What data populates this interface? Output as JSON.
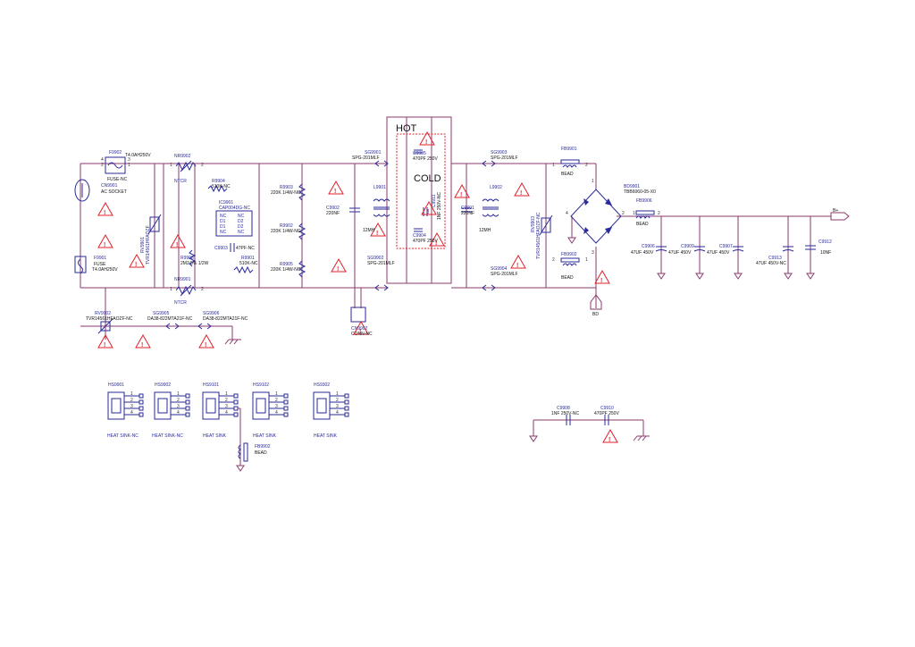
{
  "zones": {
    "hot": "HOT",
    "cold": "COLD"
  },
  "components": {
    "f9902": {
      "ref": "F9902",
      "value": "T4.0AH250V",
      "sub": "FUSE-NC"
    },
    "cn9901": {
      "ref": "CN9901",
      "value": "AC SOCKET"
    },
    "f9901": {
      "ref": "F9901",
      "value": "FUSE",
      "sub": "T4.0AH250V"
    },
    "nr9902": {
      "ref": "NR9902",
      "value": "NTCR"
    },
    "nr9901": {
      "ref": "NR9901",
      "value": "NTCR"
    },
    "rv9901": {
      "ref": "RV9901",
      "value": "TVR14561HFAOZF"
    },
    "r9904": {
      "ref": "R9904",
      "value": "510K-NC"
    },
    "ic9901": {
      "ref": "IC9901",
      "value": "CAP004DG-NC"
    },
    "c9903": {
      "ref": "C9903",
      "value": "47PF-NC"
    },
    "r9906": {
      "ref": "R9906",
      "value": "2M2 5% 1/2W"
    },
    "r9901": {
      "ref": "R9901",
      "value": "510K-NC"
    },
    "r9903": {
      "ref": "R9903",
      "value": "220K 1/4W-NC"
    },
    "r9902": {
      "ref": "R9902",
      "value": "220K 1/4W-NC"
    },
    "r9905": {
      "ref": "R9905",
      "value": "220K 1/4W-NC"
    },
    "c9902": {
      "ref": "C9902",
      "value": "220NF"
    },
    "sg9901": {
      "ref": "SG9901",
      "value": "SPG-201MLF"
    },
    "sg9902": {
      "ref": "SG9902",
      "value": "SPG-201MLF"
    },
    "c9905": {
      "ref": "C9905",
      "value": "470PF 250V"
    },
    "c9904": {
      "ref": "C9904",
      "value": "470PF 250V"
    },
    "c9911": {
      "ref": "C9911",
      "value": "1NF 250V-NC"
    },
    "l9901": {
      "ref": "L9901",
      "value": "12MH"
    },
    "c9901": {
      "ref": "C9901",
      "value": "220NF"
    },
    "l9902": {
      "ref": "L9902",
      "value": "12MH"
    },
    "sg9903": {
      "ref": "SG9903",
      "value": "SPG-201MLF"
    },
    "sg9904": {
      "ref": "SG9904",
      "value": "SPG-201MLF"
    },
    "rv9903": {
      "ref": "RV9903",
      "value": "TVR14561HFAOZF-NC"
    },
    "fb9901": {
      "ref": "FB9901",
      "value": "BEAD"
    },
    "fb9902": {
      "ref": "FB9902",
      "value": "BEAD"
    },
    "bd9901": {
      "ref": "BD9901",
      "value": "TBB6060-05-X0"
    },
    "fb9906": {
      "ref": "FB9906",
      "value": "BEAD"
    },
    "c9906": {
      "ref": "C9906",
      "value": "47UF 450V"
    },
    "c9909": {
      "ref": "C9909",
      "value": "47UF 450V"
    },
    "c9907": {
      "ref": "C9907",
      "value": "47UF 450V"
    },
    "c9913": {
      "ref": "C9913",
      "value": "47UF 450V-NC"
    },
    "c9912": {
      "ref": "C9912",
      "value": "10NF"
    },
    "bplus": {
      "ref": "B+"
    },
    "bd": {
      "ref": "BD"
    },
    "cn9902": {
      "ref": "CN9902",
      "value": "CONN-NC"
    },
    "rv9902": {
      "ref": "RV9902",
      "value": "TVR14561HFAOZF-NC"
    },
    "sg9905": {
      "ref": "SG9905",
      "value": "DA38-822MTA21F-NC"
    },
    "sg9906": {
      "ref": "SG9906",
      "value": "DA38-822MTA21F-NC"
    },
    "hs9901": {
      "ref": "HS9901",
      "value": "HEAT SINK-NC"
    },
    "hs9902": {
      "ref": "HS9902",
      "value": "HEAT SINK-NC"
    },
    "hs9101": {
      "ref": "HS9101",
      "value": "HEAT SINK"
    },
    "hs9102": {
      "ref": "HS9102",
      "value": "HEAT SINK"
    },
    "hs9302": {
      "ref": "HS9302",
      "value": "HEAT SINK"
    },
    "fb9902b": {
      "ref": "FB9902",
      "value": "BEAD"
    },
    "c9908": {
      "ref": "C9908",
      "value": "1NF 250V-NC"
    },
    "c9910": {
      "ref": "C9910",
      "value": "470PF 250V"
    }
  },
  "ic_pins": {
    "l1": "NC",
    "l2": "D1",
    "l3": "D1",
    "l4": "NC",
    "r1": "NC",
    "r2": "D2",
    "r3": "D2",
    "r4": "NC"
  },
  "warning_symbol": "!",
  "pin_numbers": {
    "p1": "1",
    "p2": "2",
    "p3": "3",
    "p4": "4"
  }
}
